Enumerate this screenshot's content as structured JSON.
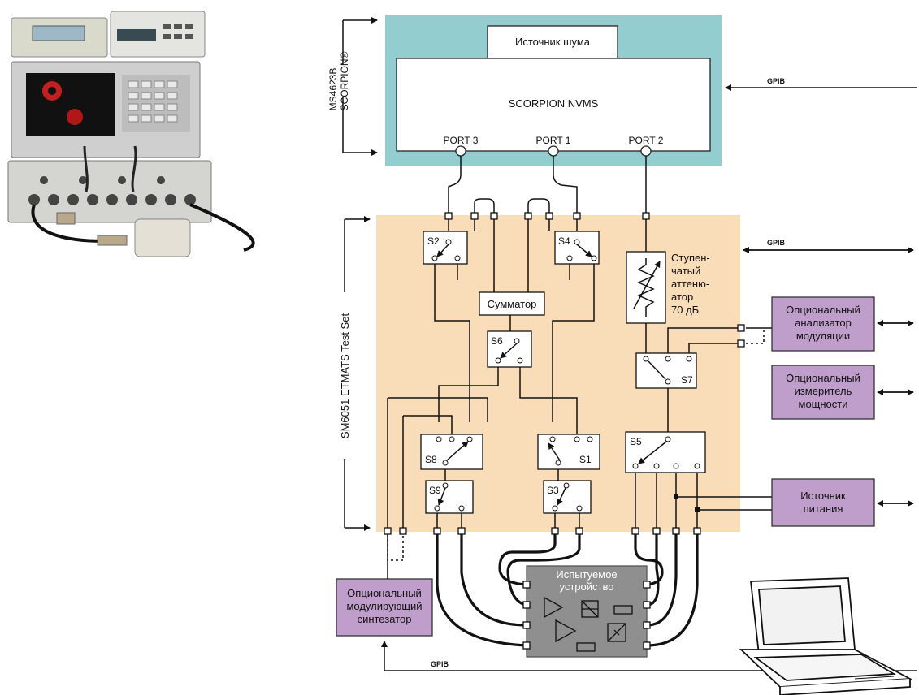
{
  "nvms": {
    "noise_source": "Источник шума",
    "title": "SCORPION NVMS",
    "side_label": "MS4623B",
    "side_label2": "SCORPION®",
    "port3": "PORT 3",
    "port1": "PORT 1",
    "port2": "PORT 2"
  },
  "testset": {
    "side_label": "SM6051 ETMATS Test Set",
    "combiner": "Сумматор",
    "attenuator": [
      "Ступен-",
      "чатый",
      "аттеню-",
      "атор",
      "70 дБ"
    ],
    "switches": {
      "s1": "S1",
      "s2": "S2",
      "s3": "S3",
      "s4": "S4",
      "s5": "S5",
      "s6": "S6",
      "s7": "S7",
      "s8": "S8",
      "s9": "S9"
    }
  },
  "dut": {
    "label": [
      "Испытуемое",
      "устройство"
    ]
  },
  "options": {
    "mod_analyzer": [
      "Опциональный",
      "анализатор",
      "модуляции"
    ],
    "power_meter": [
      "Опциональный",
      "измеритель",
      "мощности"
    ],
    "power_supply": [
      "Источник",
      "питания"
    ],
    "mod_synth": [
      "Опциональный",
      "модулирующий",
      "синтезатор"
    ]
  },
  "bus": {
    "gpib_top": "GPIB",
    "gpib_mid": "GPIB",
    "gpib_bottom": "GPIB"
  },
  "colors": {
    "nvms_fill": "#93cdd0",
    "testset_fill": "#f9dcb8",
    "option_fill": "#c09ecb",
    "dut_fill": "#8f8f8f"
  }
}
